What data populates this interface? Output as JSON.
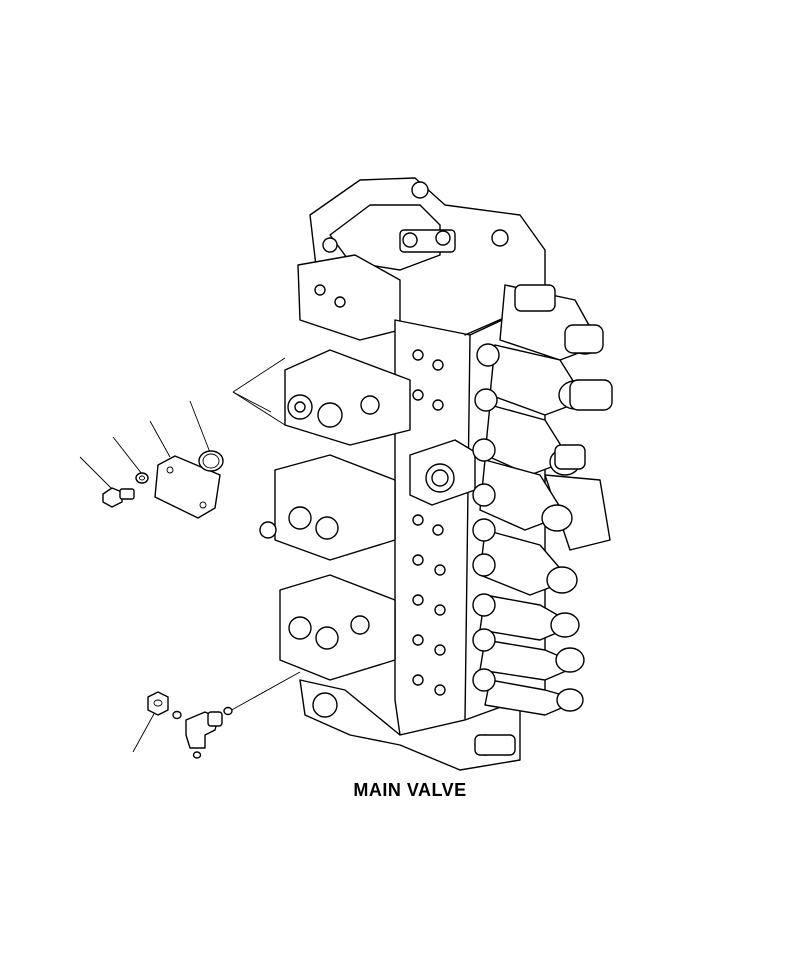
{
  "caption": "MAIN VALVE",
  "colors": {
    "ink": "#000000",
    "paper": "#ffffff"
  },
  "parts": [
    {
      "name": "bolt"
    },
    {
      "name": "washer"
    },
    {
      "name": "cover-plate"
    },
    {
      "name": "o-ring"
    },
    {
      "name": "union-nut"
    },
    {
      "name": "elbow-fitting"
    },
    {
      "name": "o-ring-small"
    }
  ]
}
